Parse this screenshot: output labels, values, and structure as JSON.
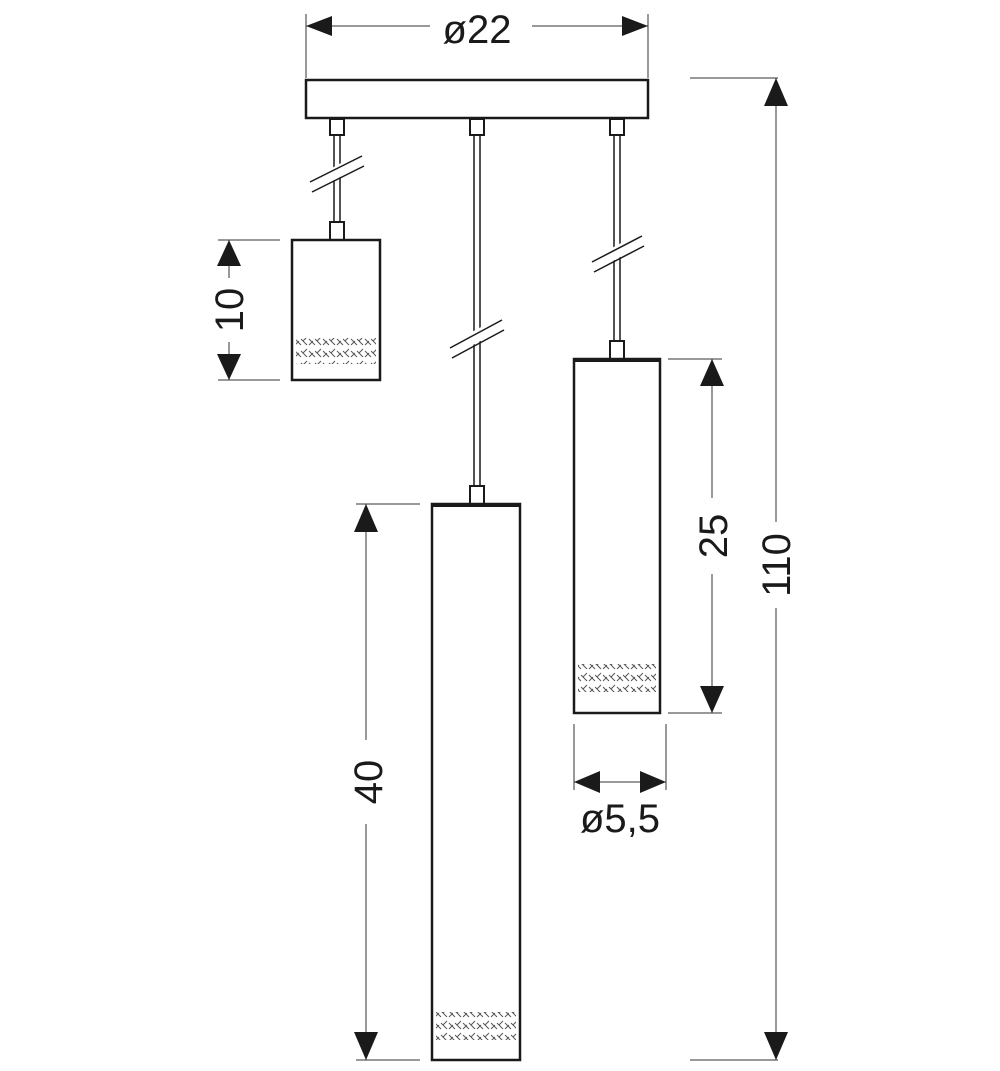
{
  "diagram": {
    "labels": {
      "canopy_diameter": "ø22",
      "total_height": "110",
      "short_shade_height": "10",
      "medium_shade_height": "25",
      "long_shade_height": "40",
      "shade_diameter": "ø5,5"
    },
    "colors": {
      "line": "#1a1a1a",
      "dim_line": "#333333",
      "background": "#ffffff"
    }
  }
}
